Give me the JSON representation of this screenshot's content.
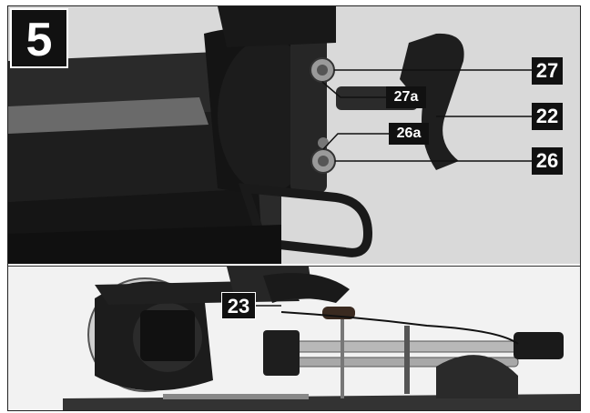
{
  "figure": {
    "step_number": "5",
    "callouts": {
      "c27": "27",
      "c27a": "27a",
      "c22": "22",
      "c26a": "26a",
      "c26": "26",
      "c23": "23"
    }
  },
  "colors": {
    "label_bg": "#111111",
    "label_text": "#ffffff",
    "photo_dark": "#1a1a1a"
  }
}
